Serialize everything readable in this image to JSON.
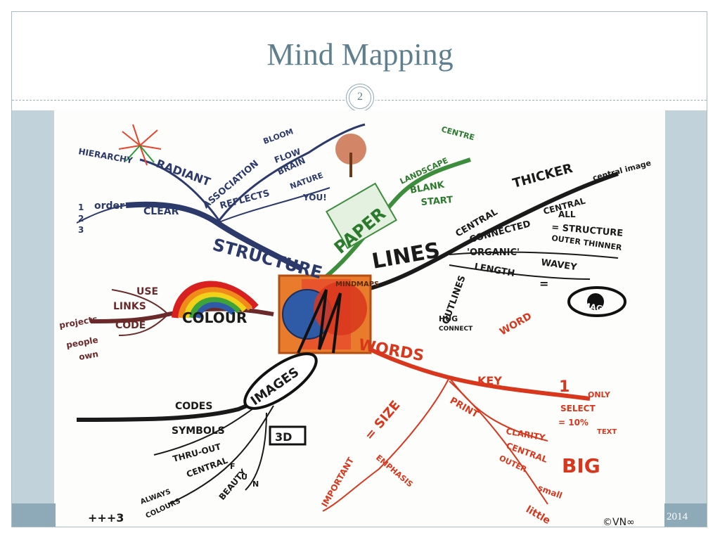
{
  "slide": {
    "title": "Mind Mapping",
    "page_number": "2",
    "footer_year": "2014"
  },
  "mindmap": {
    "center_left": "MIND",
    "center_right": "MAPS",
    "branches": {
      "structure": {
        "label": "STRUCTURE",
        "sub": [
          "RADIANT",
          "HIERARCHY",
          "order",
          "CLEAR",
          "1",
          "2",
          "3",
          "ASSOCIATION",
          "BLOOM",
          "FLOW",
          "REFLECTS",
          "BRAIN",
          "NATURE",
          "YOU!"
        ]
      },
      "paper": {
        "label": "PAPER",
        "sub": [
          "CENTRE",
          "LANDSCAPE",
          "BLANK",
          "START"
        ]
      },
      "lines": {
        "label": "LINES",
        "sub": [
          "THICKER",
          "central image",
          "CENTRAL",
          "CENTRAL",
          "CONNECTED",
          "ALL",
          "= STRUCTURE",
          "OUTER THINNER",
          "'ORGANIC'",
          "LENGTH",
          "WAVEY",
          "=",
          "IMAGE",
          "OUTLINES",
          "HUG",
          "CONNECT"
        ]
      },
      "colour": {
        "label": "COLOUR",
        "sub": [
          "USE",
          "LINKS",
          "CODE",
          "projects",
          "people",
          "own"
        ]
      },
      "images": {
        "label": "IMAGES",
        "sub": [
          "CODES",
          "SYMBOLS",
          "THRU-OUT",
          "CENTRAL",
          "ALWAYS",
          "COLOURS",
          "3D",
          "F",
          "U",
          "N",
          "BEAUTY",
          "+++3"
        ]
      },
      "words": {
        "label": "WORDS",
        "sub": [
          "KEY",
          "ONLY",
          "SELECT",
          "= 10%",
          "TEXT",
          "PRINT",
          "CLARITY",
          "CENTRAL",
          "OUTER",
          "BIG",
          "small",
          "little",
          "= SIZE",
          "IMPORTANT",
          "EMPHASIS",
          "WORD",
          "1"
        ]
      }
    },
    "signature": "©VN∞"
  }
}
